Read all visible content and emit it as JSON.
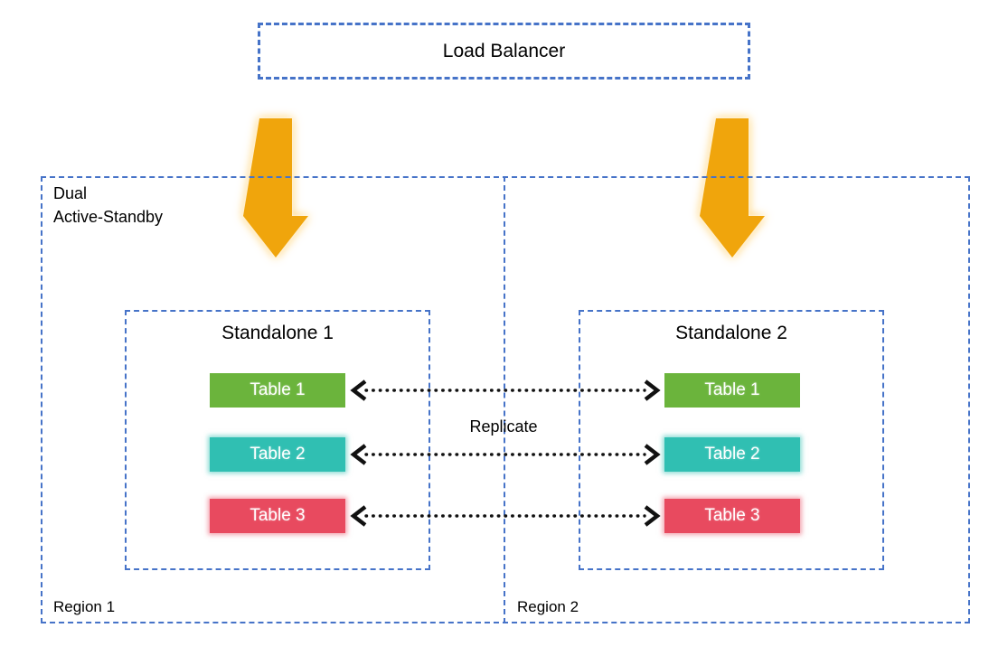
{
  "diagram": {
    "load_balancer": {
      "label": "Load Balancer"
    },
    "outer_box": {
      "label_line1": "Dual",
      "label_line2": "Active-Standby"
    },
    "replicate_label": "Replicate",
    "regions": [
      {
        "label": "Region 1",
        "standalone": {
          "title": "Standalone 1",
          "tables": [
            "Table 1",
            "Table 2",
            "Table 3"
          ]
        }
      },
      {
        "label": "Region 2",
        "standalone": {
          "title": "Standalone 2",
          "tables": [
            "Table 1",
            "Table 2",
            "Table 3"
          ]
        }
      }
    ],
    "colors": {
      "border_blue": "#4673C8",
      "arrow_orange": "#F0A50C",
      "table_green": "#6BB43C",
      "table_teal": "#30BFB2",
      "table_red": "#E84A5F"
    }
  }
}
